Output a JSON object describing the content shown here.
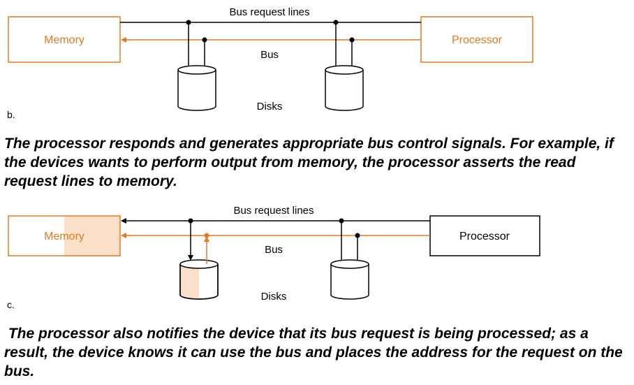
{
  "colors": {
    "orange": "#e07a1f",
    "orange_fill": "#fbe0c9",
    "black": "#000000"
  },
  "diagram_b": {
    "part_label": "b.",
    "bus_request_label": "Bus request lines",
    "bus_label": "Bus",
    "disks_label": "Disks",
    "memory_label": "Memory",
    "processor_label": "Processor"
  },
  "caption_b": "The processor responds and generates appropriate bus control signals. For example, if the devices wants to perform output from memory, the processor asserts the read request lines to memory.",
  "diagram_c": {
    "part_label": "c.",
    "bus_request_label": "Bus request lines",
    "bus_label": "Bus",
    "disks_label": "Disks",
    "memory_label": "Memory",
    "processor_label": "Processor"
  },
  "caption_c": " The processor also notifies the device that its bus request is being processed; as a result, the device knows it can use the bus and places the address for the request on the bus."
}
